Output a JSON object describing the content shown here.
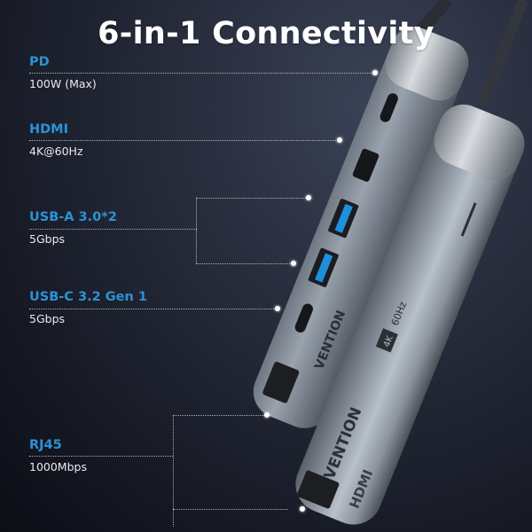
{
  "title": "6-in-1 Connectivity",
  "specs": [
    {
      "name": "PD",
      "value": "100W (Max)"
    },
    {
      "name": "HDMI",
      "value": "4K@60Hz"
    },
    {
      "name": "USB-A 3.0*2",
      "value": "5Gbps"
    },
    {
      "name": "USB-C 3.2 Gen 1",
      "value": "5Gbps"
    },
    {
      "name": "RJ45",
      "value": "1000Mbps"
    }
  ],
  "device": {
    "brand": "VENTION",
    "badge": "4K",
    "badge_suffix": "60Hz",
    "hdmi_logo": "HDMI"
  },
  "colors": {
    "accent": "#2b93d6",
    "text": "#e8eaee",
    "background": "#1c202c",
    "aluminum": "#9aa1ab"
  }
}
